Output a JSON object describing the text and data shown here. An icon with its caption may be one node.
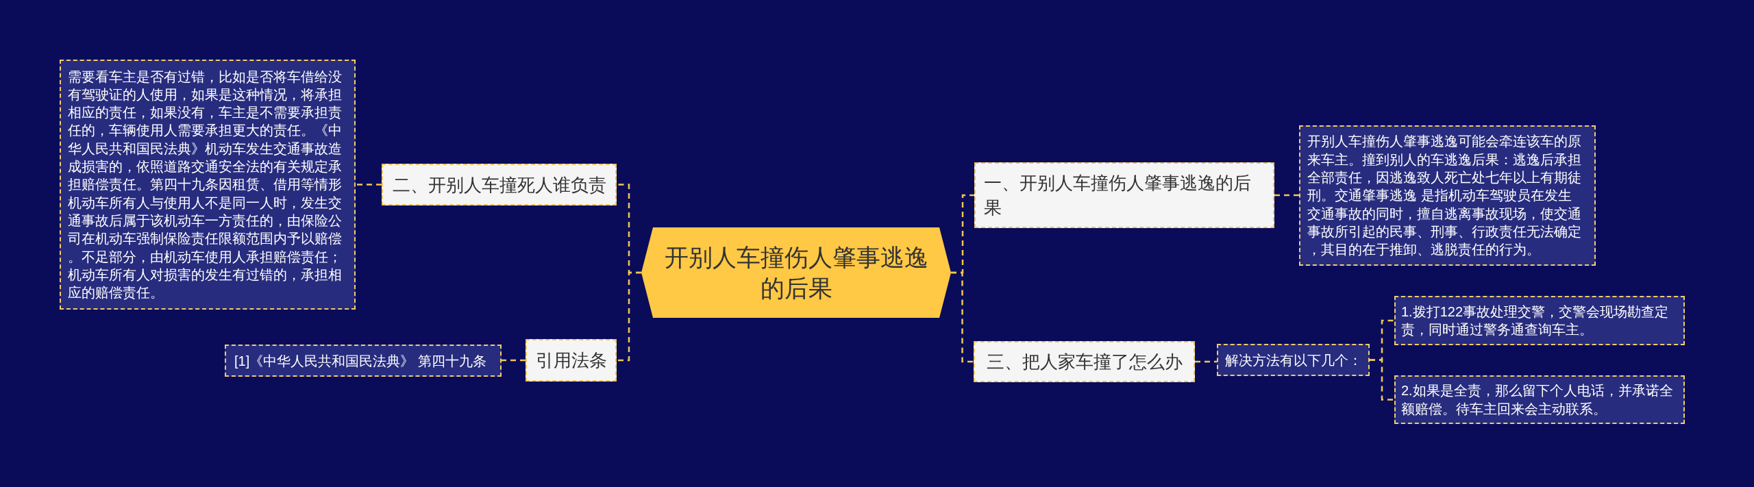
{
  "diagram": {
    "nodes": [
      {
        "text": [
          "开别人车撞伤人肇事逃逸的后果"
        ]
      },
      {
        "text": [
          "二、开别人车撞死人谁负责"
        ]
      },
      {
        "text": [
          "需要看车主是否有过错，比如是否将车借给没有驾驶证的人使用，如果是这种情况，将承担相应的责任，如果没有，车主是不需要承担责任的，车辆使用人需要承担更大的责任。《中华人民共和国民法典》机动车发生交通事故造成损害的，依照道路交通安全法的有关规定承担赔偿责任。第四十九条因租赁、借用等情形机动车所有人与使用人不是同一人时，发生交通事故后属于该机动车一方责任的，由保险公司在机动车强制保险责任限额范围内予以赔偿。不足部分，由机动车使用人承担赔偿责任；机动车所有人对损害的发生有过错的，承担相应的赔偿责任。"
        ]
      },
      {
        "text": [
          "引用法条"
        ]
      },
      {
        "text": [
          "[1]《中华人民共和国民法典》 第四十九条"
        ]
      },
      {
        "text": [
          "一、开别人车撞伤人肇事逃逸的后果"
        ]
      },
      {
        "text": [
          "开别人车撞伤人肇事逃逸可能会牵连该车的原来车主。撞到别人的车逃逸后果：逃逸后承担全部责任，因逃逸致人死亡处七年以上有期徒刑。交通肇事逃逸 是指机动车驾驶员在发生交通事故的同时，擅自逃离事故现场，使交通事故所引起的民事、刑事、行政责任无法确定，其目的在于推卸、逃脱责任的行为。"
        ]
      },
      {
        "text": [
          "三、把人家车撞了怎么办"
        ]
      },
      {
        "text": [
          "解决方法有以下几个："
        ]
      },
      {
        "text": [
          "1.拨打122事故处理交警，交警会现场勘查定责，同时通过警务通查询车主。"
        ]
      },
      {
        "text": [
          "2.如果是全责，那么留下个人电话，并承诺全额赔偿。待车主回来会主动联系。"
        ]
      }
    ],
    "edges": [
      {
        "from": 0,
        "to": 1,
        "arrow": "none",
        "style": "dashed"
      },
      {
        "from": 1,
        "to": 2,
        "arrow": "none",
        "style": "dashed"
      },
      {
        "from": 0,
        "to": 3,
        "arrow": "none",
        "style": "dashed"
      },
      {
        "from": 3,
        "to": 4,
        "arrow": "none",
        "style": "dashed"
      },
      {
        "from": 0,
        "to": 5,
        "arrow": "none",
        "style": "dashed"
      },
      {
        "from": 5,
        "to": 6,
        "arrow": "none",
        "style": "dashed"
      },
      {
        "from": 0,
        "to": 7,
        "arrow": "none",
        "style": "dashed"
      },
      {
        "from": 7,
        "to": 8,
        "arrow": "none",
        "style": "dashed"
      },
      {
        "from": 8,
        "to": 9,
        "arrow": "none",
        "style": "dashed"
      },
      {
        "from": 8,
        "to": 10,
        "arrow": "none",
        "style": "dashed"
      }
    ]
  }
}
